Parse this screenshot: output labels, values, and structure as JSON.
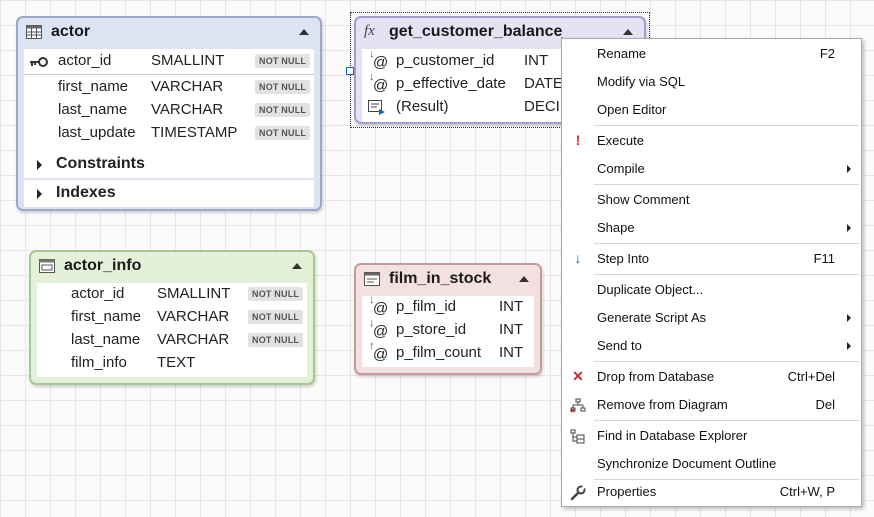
{
  "tables": {
    "actor": {
      "title": "actor",
      "columns": [
        {
          "name": "actor_id",
          "type": "SMALLINT",
          "constraint": "NOT NULL"
        },
        {
          "name": "first_name",
          "type": "VARCHAR",
          "constraint": "NOT NULL"
        },
        {
          "name": "last_name",
          "type": "VARCHAR",
          "constraint": "NOT NULL"
        },
        {
          "name": "last_update",
          "type": "TIMESTAMP",
          "constraint": "NOT NULL"
        }
      ],
      "sections": [
        "Constraints",
        "Indexes"
      ],
      "colors": {
        "border": "#9aa9c9",
        "header": "#dce4f3"
      }
    },
    "actor_info": {
      "title": "actor_info",
      "columns": [
        {
          "name": "actor_id",
          "type": "SMALLINT",
          "constraint": "NOT NULL"
        },
        {
          "name": "first_name",
          "type": "VARCHAR",
          "constraint": "NOT NULL"
        },
        {
          "name": "last_name",
          "type": "VARCHAR",
          "constraint": "NOT NULL"
        },
        {
          "name": "film_info",
          "type": "TEXT",
          "constraint": ""
        }
      ],
      "colors": {
        "border": "#a8c98e",
        "header": "#e4f0d8"
      }
    }
  },
  "routines": {
    "get_customer_balance": {
      "title": "get_customer_balance",
      "prefix": "fx",
      "params": [
        {
          "name": "p_customer_id",
          "type": "INT",
          "icon": "in-param-icon"
        },
        {
          "name": "p_effective_date",
          "type": "DATE",
          "icon": "in-param-icon"
        },
        {
          "name": "(Result)",
          "type": "DECI",
          "icon": "result-icon"
        }
      ],
      "colors": {
        "border": "#a69ccb",
        "header": "#e6e2f4"
      }
    },
    "film_in_stock": {
      "title": "film_in_stock",
      "params": [
        {
          "name": "p_film_id",
          "type": "INT",
          "icon": "in-param-icon"
        },
        {
          "name": "p_store_id",
          "type": "INT",
          "icon": "in-param-icon"
        },
        {
          "name": "p_film_count",
          "type": "INT",
          "icon": "out-param-icon"
        }
      ],
      "colors": {
        "border": "#c99a9a",
        "header": "#f3e0e0"
      }
    }
  },
  "context_menu": {
    "items": [
      {
        "label": "Rename",
        "shortcut": "F2"
      },
      {
        "label": "Modify via SQL",
        "shortcut": ""
      },
      {
        "label": "Open Editor",
        "shortcut": ""
      },
      {
        "label": "Execute",
        "shortcut": "",
        "icon": "execute-icon"
      },
      {
        "label": "Compile",
        "shortcut": "",
        "submenu": true
      },
      {
        "label": "Show Comment",
        "shortcut": ""
      },
      {
        "label": "Shape",
        "shortcut": "",
        "submenu": true
      },
      {
        "label": "Step Into",
        "shortcut": "F11",
        "icon": "step-into-icon"
      },
      {
        "label": "Duplicate Object...",
        "shortcut": ""
      },
      {
        "label": "Generate Script As",
        "shortcut": "",
        "submenu": true
      },
      {
        "label": "Send to",
        "shortcut": "",
        "submenu": true
      },
      {
        "label": "Drop from Database",
        "shortcut": "Ctrl+Del",
        "icon": "drop-icon"
      },
      {
        "label": "Remove from Diagram",
        "shortcut": "Del",
        "icon": "remove-diagram-icon"
      },
      {
        "label": "Find in Database Explorer",
        "shortcut": "",
        "icon": "find-explorer-icon"
      },
      {
        "label": "Synchronize Document Outline",
        "shortcut": ""
      },
      {
        "label": "Properties",
        "shortcut": "Ctrl+W, P",
        "icon": "wrench-icon"
      }
    ]
  }
}
